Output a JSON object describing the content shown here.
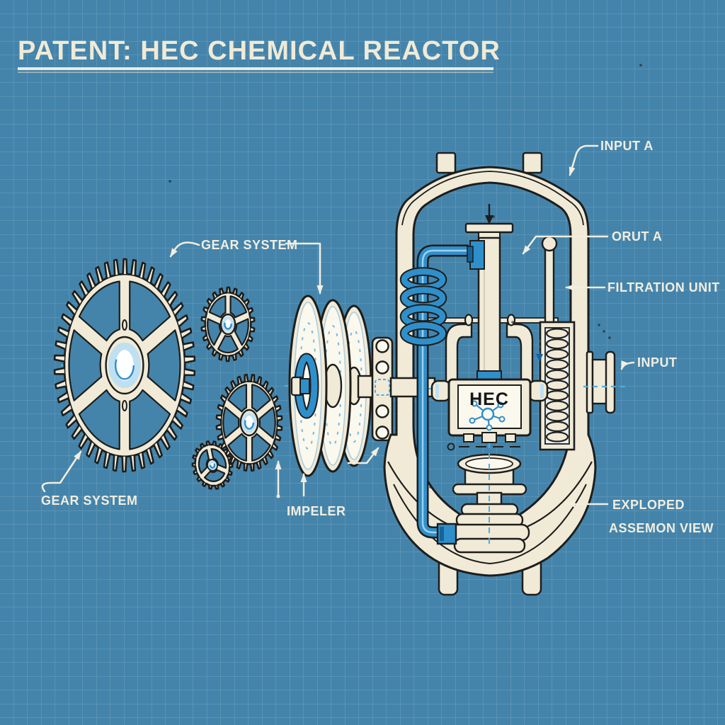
{
  "title": "PATENT: HEC CHEMICAL REACTOR",
  "labels": {
    "gear_system_top": "GEAR SYSTEM",
    "gear_system_bottom": "GEAR SYSTEM",
    "impeller": "IMPELER",
    "input_a": "INPUT A",
    "orut_a": "ORUT A",
    "filtration_unit": "FILTRATION UNIT",
    "input": "INPUT",
    "exploded_view_line1": "EXPLOPED",
    "exploded_view_line2": "ASSEMON VIEW",
    "chamber": "HEC"
  },
  "colors": {
    "background": "#4484ab",
    "grid_line": "rgba(255,255,255,0.22)",
    "paper_cream": "#f0ead7",
    "paper_bright": "#fbf8ee",
    "outline_ink": "#1d1d1b",
    "pipe_blue": "#2f8fca",
    "pipe_blue_dark": "#15639c",
    "light_blue": "#bfe0f1",
    "dashed_line_blue": "#53acdf",
    "label_white": "#f2eee0"
  }
}
